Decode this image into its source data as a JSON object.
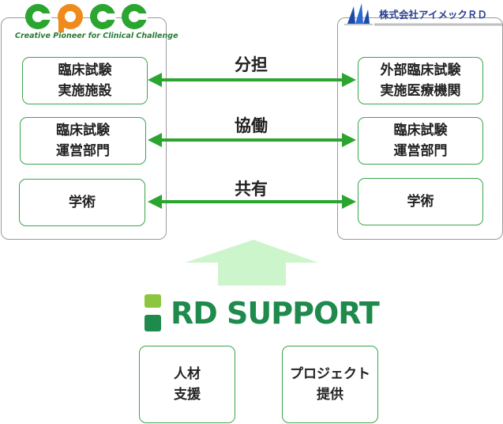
{
  "logos": {
    "cpcc_text": "CPCC",
    "cpcc_tagline": "Creative Pioneer for Clinical Challenge",
    "imeic_name": "株式会社アイメックＲＤ",
    "rd_support": "RD SUPPORT"
  },
  "left_boxes": [
    {
      "line1": "臨床試験",
      "line2": "実施施設"
    },
    {
      "line1": "臨床試験",
      "line2": "運営部門"
    },
    {
      "line1": "学術",
      "line2": ""
    }
  ],
  "right_boxes": [
    {
      "line1": "外部臨床試験",
      "line2": "実施医療機関"
    },
    {
      "line1": "臨床試験",
      "line2": "運営部門"
    },
    {
      "line1": "学術",
      "line2": ""
    }
  ],
  "relations": [
    "分担",
    "協働",
    "共有"
  ],
  "bottom_boxes": [
    {
      "line1": "人材",
      "line2": "支援"
    },
    {
      "line1": "プロジェクト",
      "line2": "提供"
    }
  ],
  "colors": {
    "accent_green": "#2aa52f",
    "box_border": "#3aa54a",
    "light_arrow": "#ccf5cc",
    "rd_green": "#1e8a4c",
    "rd_light": "#8cc63f"
  }
}
